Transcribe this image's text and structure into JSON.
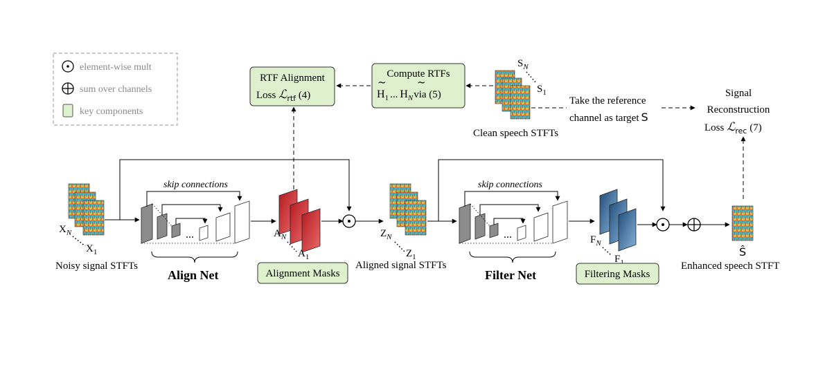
{
  "legend": {
    "items": [
      {
        "icon": "odot-icon",
        "label": "element-wise mult"
      },
      {
        "icon": "oplus-icon",
        "label": "sum over channels"
      },
      {
        "icon": "green-box-icon",
        "label": "key components"
      }
    ]
  },
  "inputs": {
    "noisy": {
      "top": "X",
      "top_sub": "N",
      "bottom": "X",
      "bottom_sub": "1",
      "caption": "Noisy signal STFTs"
    },
    "aligned": {
      "top": "Z",
      "top_sub": "N",
      "bottom": "Z",
      "bottom_sub": "1",
      "caption": "Aligned signal STFTs"
    },
    "clean": {
      "top": "S",
      "top_sub": "N",
      "bottom": "S",
      "bottom_sub": "1",
      "caption": "Clean speech STFTs"
    },
    "enhanced": {
      "symbol": "Ŝ",
      "caption": "Enhanced speech STFT"
    }
  },
  "networks": {
    "align": {
      "name": "Align Net",
      "skip": "skip connections",
      "dots": "..."
    },
    "filter": {
      "name": "Filter Net",
      "skip": "skip connections",
      "dots": "..."
    }
  },
  "masks": {
    "alignment": {
      "label": "Alignment Masks",
      "top": "A",
      "top_sub": "N",
      "bottom": "A",
      "bottom_sub": "1"
    },
    "filtering": {
      "label": "Filtering Masks",
      "top": "F",
      "top_sub": "N",
      "bottom": "F",
      "bottom_sub": "1"
    }
  },
  "boxes": {
    "rtf_loss": {
      "line1": "RTF Alignment",
      "line2_pre": "Loss ",
      "line2_sym": "ℒ",
      "line2_sub": "rtf",
      "line2_post": " (4)"
    },
    "compute_rtfs": {
      "line1": "Compute RTFs",
      "h": "H",
      "h1_sub": "1",
      "dots": "...",
      "hn_sub": "N",
      "tilde": "~",
      "via": "via (5)"
    }
  },
  "reference": {
    "line1": "Take the reference",
    "line2": "channel as target",
    "symbol": "S"
  },
  "recon_loss": {
    "line1": "Signal",
    "line2": "Reconstruction",
    "line3_pre": "Loss ",
    "line3_sym": "ℒ",
    "line3_sub": "rec",
    "line3_post": " (7)"
  },
  "colors": {
    "key_box_fill": "#dff0cf",
    "align_mask": "#d6343a",
    "filter_mask": "#4f80b3",
    "layer_gray": "#8c8c8c"
  }
}
